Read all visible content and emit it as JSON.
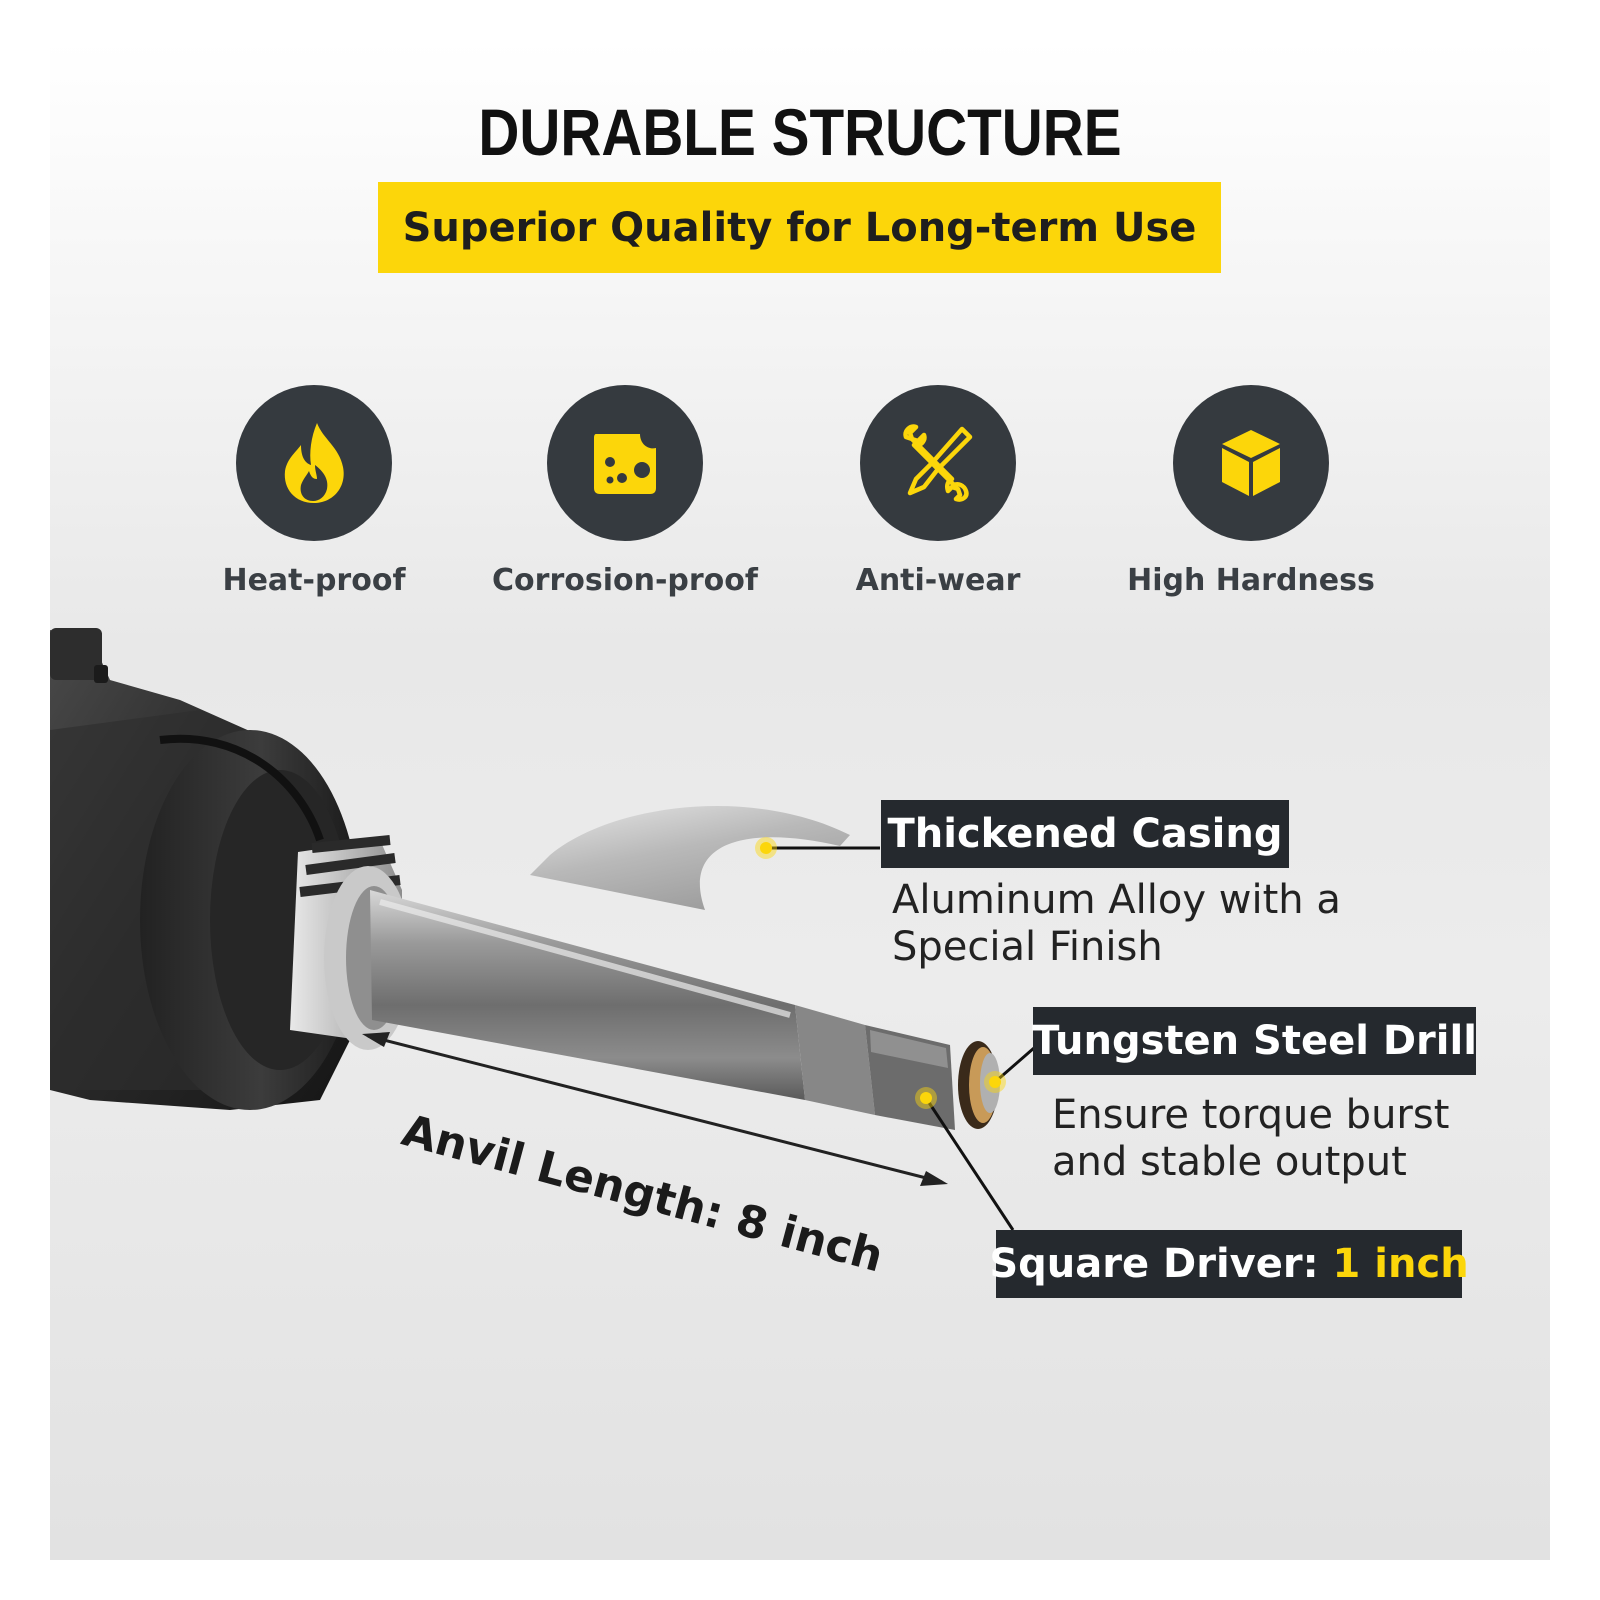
{
  "header": {
    "title": "DURABLE STRUCTURE",
    "subtitle": "Superior Quality for Long-term Use"
  },
  "features": [
    {
      "icon": "flame-icon",
      "label": "Heat-proof"
    },
    {
      "icon": "corroded-block-icon",
      "label": "Corrosion-proof"
    },
    {
      "icon": "wrench-screwdriver-icon",
      "label": "Anti-wear"
    },
    {
      "icon": "cube-icon",
      "label": "High Hardness"
    }
  ],
  "callouts": {
    "casing": {
      "title": "Thickened Casing",
      "desc_line1": "Aluminum Alloy with a",
      "desc_line2": "Special Finish"
    },
    "drill": {
      "title": "Tungsten Steel Drill",
      "desc_line1": "Ensure torque burst",
      "desc_line2": "and stable output"
    },
    "driver": {
      "label": "Square Driver: ",
      "value": "1 inch"
    }
  },
  "anvil": {
    "label": "Anvil Length: 8 inch"
  },
  "colors": {
    "accent_yellow": "#fcd60a",
    "dark_badge": "#25292e",
    "icon_circle": "#353a3f",
    "text_dark": "#111111"
  }
}
